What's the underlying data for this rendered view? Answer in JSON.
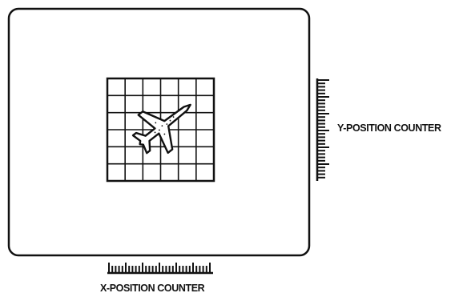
{
  "labels": {
    "y_counter": "Y-POSITION COUNTER",
    "x_counter": "X-POSITION COUNTER"
  },
  "grid": {
    "rows": 6,
    "cols": 6
  },
  "colors": {
    "line": "#111111",
    "background": "#ffffff"
  },
  "icons": {
    "target": "jet-aircraft-icon"
  }
}
